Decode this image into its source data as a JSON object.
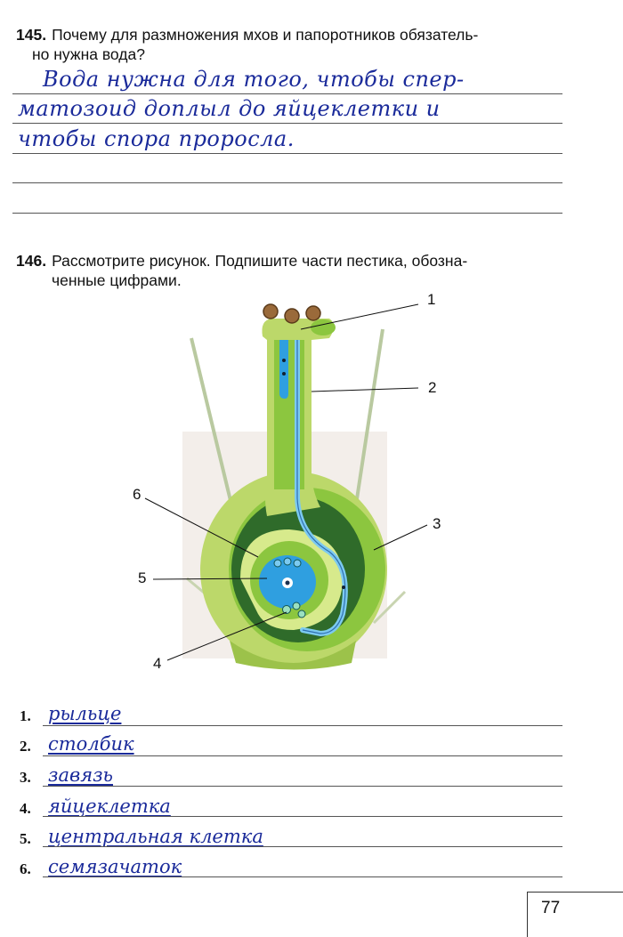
{
  "q145": {
    "number": "145.",
    "line1": "Почему для размножения мхов и папоротников обязатель-",
    "line2": "но нужна вода?",
    "answer": [
      "Вода нужна для того, чтобы спер-",
      "матозоид доплыл до яйцеклетки и",
      "чтобы спора проросла."
    ]
  },
  "q146": {
    "number": "146.",
    "line1": "Рассмотрите рисунок. Подпишите части пестика, обозна-",
    "line2": "ченные цифрами.",
    "callouts": [
      "1",
      "2",
      "3",
      "4",
      "5",
      "6"
    ],
    "answers": [
      {
        "num": "1.",
        "text": "рыльце"
      },
      {
        "num": "2.",
        "text": "столбик"
      },
      {
        "num": "3.",
        "text": "завязь"
      },
      {
        "num": "4.",
        "text": "яйцеклетка"
      },
      {
        "num": "5.",
        "text": "центральная клетка"
      },
      {
        "num": "6.",
        "text": "семязачаток"
      }
    ]
  },
  "page_number": "77",
  "colors": {
    "ink": "#1a2a9a",
    "pistil_light": "#d7ea8c",
    "pistil_green": "#8cc63f",
    "ovary_dark": "#2f6b2a",
    "cell_blue": "#2f9fe0"
  }
}
